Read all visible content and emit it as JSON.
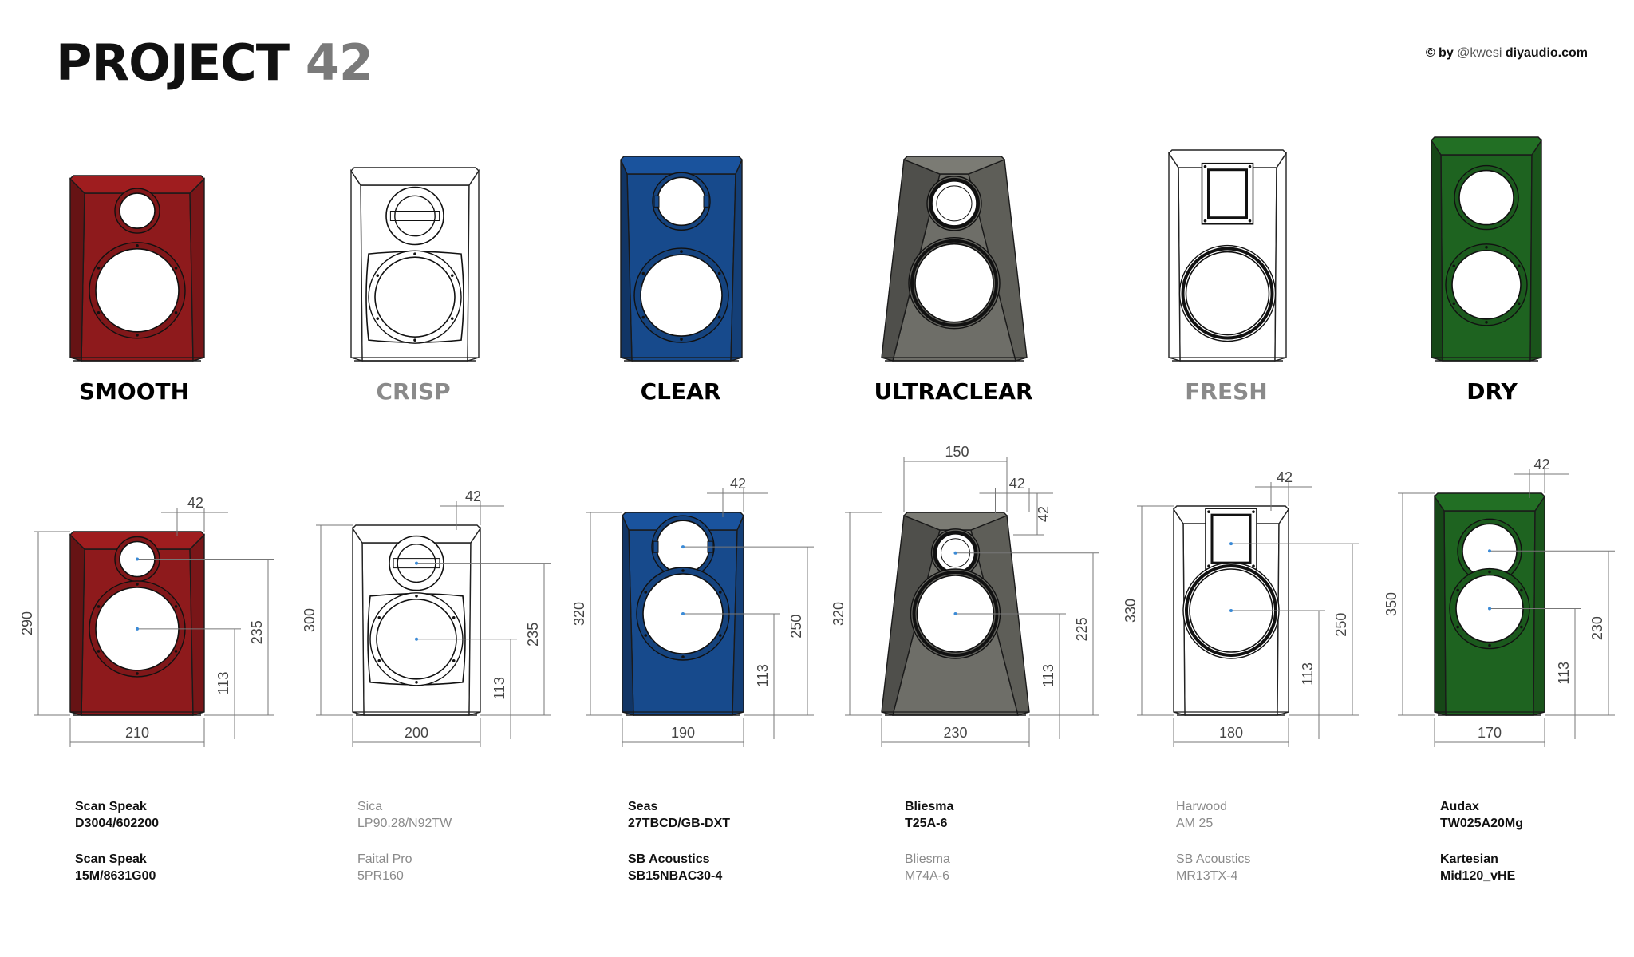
{
  "header": {
    "title_main": "PROJECT",
    "title_num": "42",
    "credit_prefix": "© by",
    "credit_user": "@kwesi",
    "credit_site": "diyaudio.com"
  },
  "speakers": [
    {
      "name": "SMOOTH",
      "color": "#8e1a1c",
      "label_color": "#111111",
      "tweeter": {
        "brand": "Scan Speak",
        "model": "D3004/602200"
      },
      "woofer": {
        "brand": "Scan Speak",
        "model": "15M/8631G00"
      },
      "text_color": "#111111",
      "dims": {
        "width": "210",
        "height": "290",
        "offset": "42",
        "tweeter_h": "235",
        "woofer_h": "113"
      }
    },
    {
      "name": "CRISP",
      "color": "#ffffff",
      "label_color": "#8a8a8a",
      "tweeter": {
        "brand": "Sica",
        "model": "LP90.28/N92TW"
      },
      "woofer": {
        "brand": "Faital Pro",
        "model": "5PR160"
      },
      "text_color": "#8a8a8a",
      "dims": {
        "width": "200",
        "height": "300",
        "offset": "42",
        "tweeter_h": "235",
        "woofer_h": "113"
      }
    },
    {
      "name": "CLEAR",
      "color": "#174a8c",
      "label_color": "#111111",
      "tweeter": {
        "brand": "Seas",
        "model": "27TBCD/GB-DXT"
      },
      "woofer": {
        "brand": "SB Acoustics",
        "model": "SB15NBAC30-4"
      },
      "text_color": "#111111",
      "dims": {
        "width": "190",
        "height": "320",
        "offset": "42",
        "tweeter_h": "250",
        "woofer_h": "113"
      }
    },
    {
      "name": "ULTRACLEAR",
      "color": "#6e6e68",
      "label_color": "#111111",
      "tweeter": {
        "brand": "Bliesma",
        "model": "T25A-6"
      },
      "woofer": {
        "brand": "Bliesma",
        "model": "M74A-6"
      },
      "text_color_t": "#111111",
      "text_color_w": "#8a8a8a",
      "dims": {
        "width": "230",
        "height": "320",
        "offset": "42",
        "tweeter_h": "225",
        "woofer_h": "113",
        "top_width": "150",
        "top_drop": "42"
      }
    },
    {
      "name": "FRESH",
      "color": "#ffffff",
      "label_color": "#8a8a8a",
      "tweeter": {
        "brand": "Harwood",
        "model": "AM 25"
      },
      "woofer": {
        "brand": "SB Acoustics",
        "model": "MR13TX-4"
      },
      "text_color": "#8a8a8a",
      "dims": {
        "width": "180",
        "height": "330",
        "offset": "42",
        "tweeter_h": "250",
        "woofer_h": "113"
      }
    },
    {
      "name": "DRY",
      "color": "#1e6320",
      "label_color": "#111111",
      "tweeter": {
        "brand": "Audax",
        "model": "TW025A20Mg"
      },
      "woofer": {
        "brand": "Kartesian",
        "model": "Mid120_vHE"
      },
      "text_color": "#111111",
      "dims": {
        "width": "170",
        "height": "350",
        "offset": "42",
        "tweeter_h": "230",
        "woofer_h": "113"
      }
    }
  ]
}
